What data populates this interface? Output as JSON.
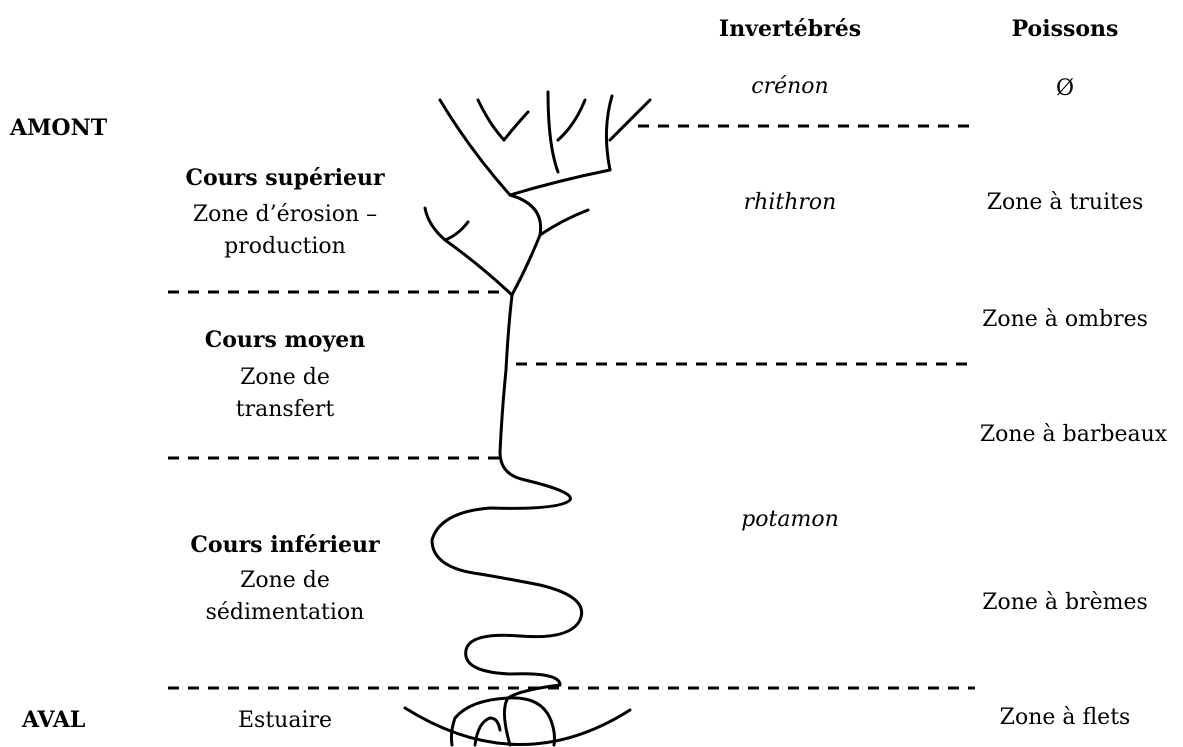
{
  "headers": {
    "invertebres": "Invertébrés",
    "poissons": "Poissons"
  },
  "ends": {
    "amont": "AMONT",
    "aval": "AVAL"
  },
  "river_sections": {
    "superieur": {
      "title": "Cours supérieur",
      "line1": "Zone d’érosion –",
      "line2": "production"
    },
    "moyen": {
      "title": "Cours moyen",
      "line1": "Zone de",
      "line2": "transfert"
    },
    "inferieur": {
      "title": "Cours inférieur",
      "line1": "Zone de",
      "line2": "sédimentation"
    },
    "estuaire": "Estuaire"
  },
  "invertebrate_zones": {
    "crenon": "crénon",
    "rhithron": "rhithron",
    "potamon": "potamon"
  },
  "fish_zones": {
    "none": "Ø",
    "truites": "Zone à truites",
    "ombres": "Zone à ombres",
    "barbeaux": "Zone à barbeaux",
    "bremes": "Zone à brèmes",
    "flets": "Zone à flets"
  }
}
